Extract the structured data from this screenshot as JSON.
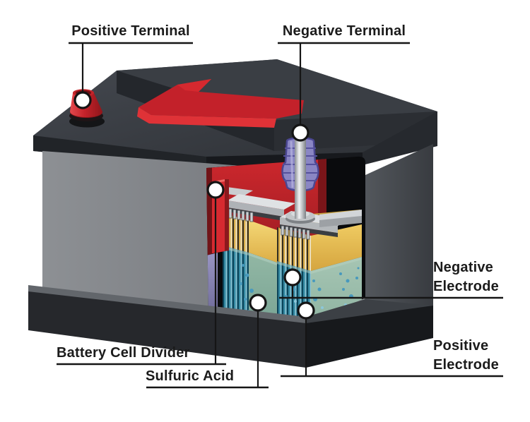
{
  "figure": {
    "kind": "labeled cutaway diagram",
    "subject": "car battery"
  },
  "callouts": {
    "positive_terminal": {
      "label": "Positive Terminal"
    },
    "negative_terminal": {
      "label": "Negative Terminal"
    },
    "battery_cell_divider": {
      "label": "Battery Cell Divider"
    },
    "sulfuric_acid": {
      "label": "Sulfuric Acid"
    },
    "negative_electrode": {
      "label": "Negative\nElectrode"
    },
    "positive_electrode": {
      "label": "Positive\nElectrode"
    }
  },
  "colors": {
    "background": "#ffffff",
    "label_text": "#1b1b1b",
    "callout_line": "#151515",
    "callout_dot_fill": "#ffffff",
    "lid_charcoal": "#383c42",
    "body_gray": "#7d8084",
    "side_gray": "#45484d",
    "base_dark": "#26282c",
    "brand_stripe_red": "#c3212a",
    "terminal_cap_red": "#c5222a",
    "interior_red": "#c9262c",
    "plate_yellow": "#e9c45c",
    "acid_teal": "#8ab2a0",
    "divider_purple": "#8e8abc",
    "post_silver": "#d7dadd",
    "collar_purple": "#8a86c4",
    "bubble_blue": "#4899bd",
    "strap_gray": "#dde0e3",
    "interior_black": "#0a0b0d"
  }
}
